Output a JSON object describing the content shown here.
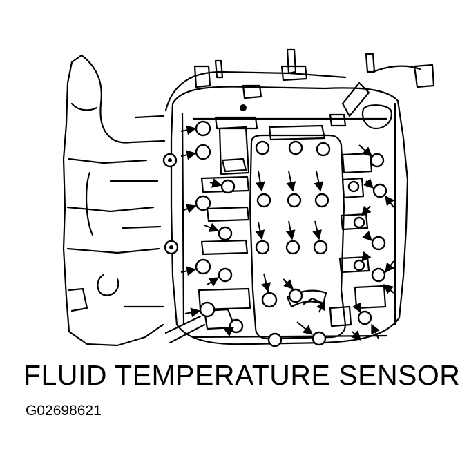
{
  "caption": "FLUID TEMPERATURE SENSOR",
  "figure_id": "G02698621",
  "colors": {
    "ink": "#000000",
    "paper": "#ffffff"
  },
  "icons": [
    "transmission-valve-body-illustration",
    "bolt-icon",
    "pointer-arrow-icon"
  ]
}
